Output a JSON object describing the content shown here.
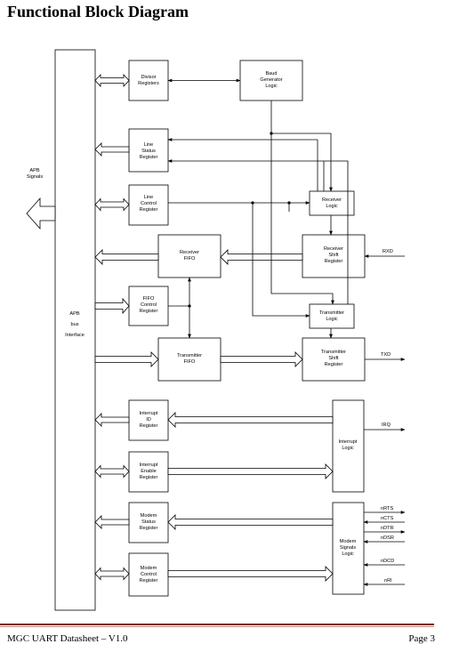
{
  "header": {
    "title": "Functional Block Diagram"
  },
  "diagram": {
    "apb_signals": [
      "APB",
      "Signals"
    ],
    "apb_bus_interface": [
      "APB",
      "bus",
      "Interface"
    ],
    "blocks": {
      "divisor_registers": [
        "Divisor",
        "Registers"
      ],
      "baud_generator": [
        "Baud",
        "Generator",
        "Logic"
      ],
      "line_status_register": [
        "Line",
        "Status",
        "Register"
      ],
      "line_control_register": [
        "Line",
        "Control",
        "Register"
      ],
      "receiver_logic": [
        "Receiver",
        "Logic"
      ],
      "receiver_fifo": [
        "Receiver",
        "FIFO"
      ],
      "receiver_shift_register": [
        "Receiver",
        "Shift",
        "Register"
      ],
      "fifo_control_register": [
        "FIFO",
        "Control",
        "Register"
      ],
      "transmitter_logic": [
        "Transmitter",
        "Logic"
      ],
      "transmitter_fifo": [
        "Transmitter",
        "FIFO"
      ],
      "transmitter_shift_register": [
        "Transmitter",
        "Shift",
        "Register"
      ],
      "interrupt_id_register": [
        "Interrupt",
        "ID",
        "Register"
      ],
      "interrupt_enable_register": [
        "Interrupt",
        "Enable",
        "Register"
      ],
      "interrupt_logic": [
        "Interrupt",
        "Logic"
      ],
      "modem_status_register": [
        "Modem",
        "Status",
        "Register"
      ],
      "modem_control_register": [
        "Modem",
        "Control",
        "Register"
      ],
      "modem_signals_logic": [
        "Modem",
        "Signals",
        "Logic"
      ]
    },
    "signals": {
      "rxd": "RXD",
      "txd": "TXD",
      "irq": "IRQ",
      "nrts": "nRTS",
      "ncts": "nCTS",
      "ndtr": "nDTR",
      "ndsr": "nDSR",
      "ndcd": "nDCD",
      "nri": "nRI"
    }
  },
  "footer": {
    "left": "MGC UART Datasheet – V1.0",
    "right": "Page 3"
  }
}
